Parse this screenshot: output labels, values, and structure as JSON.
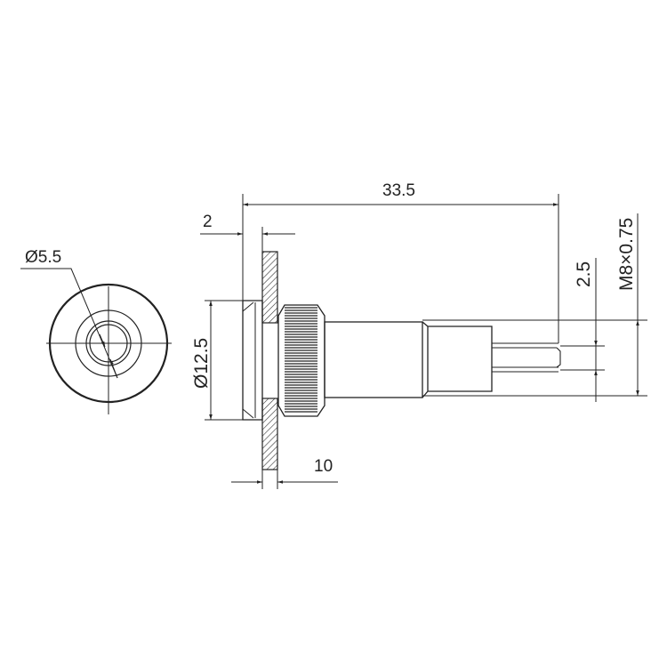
{
  "drawing": {
    "front_view": {
      "diameter_label": "Ø5.5"
    },
    "side_view": {
      "overall_length_label": "33.5",
      "bezel_thickness_label": "2",
      "bezel_diameter_label": "Ø12.5",
      "panel_thickness_label": "10",
      "pin_spacing_label": "2.5",
      "thread_label": "M8×0.75"
    },
    "line_color": "#222222"
  }
}
